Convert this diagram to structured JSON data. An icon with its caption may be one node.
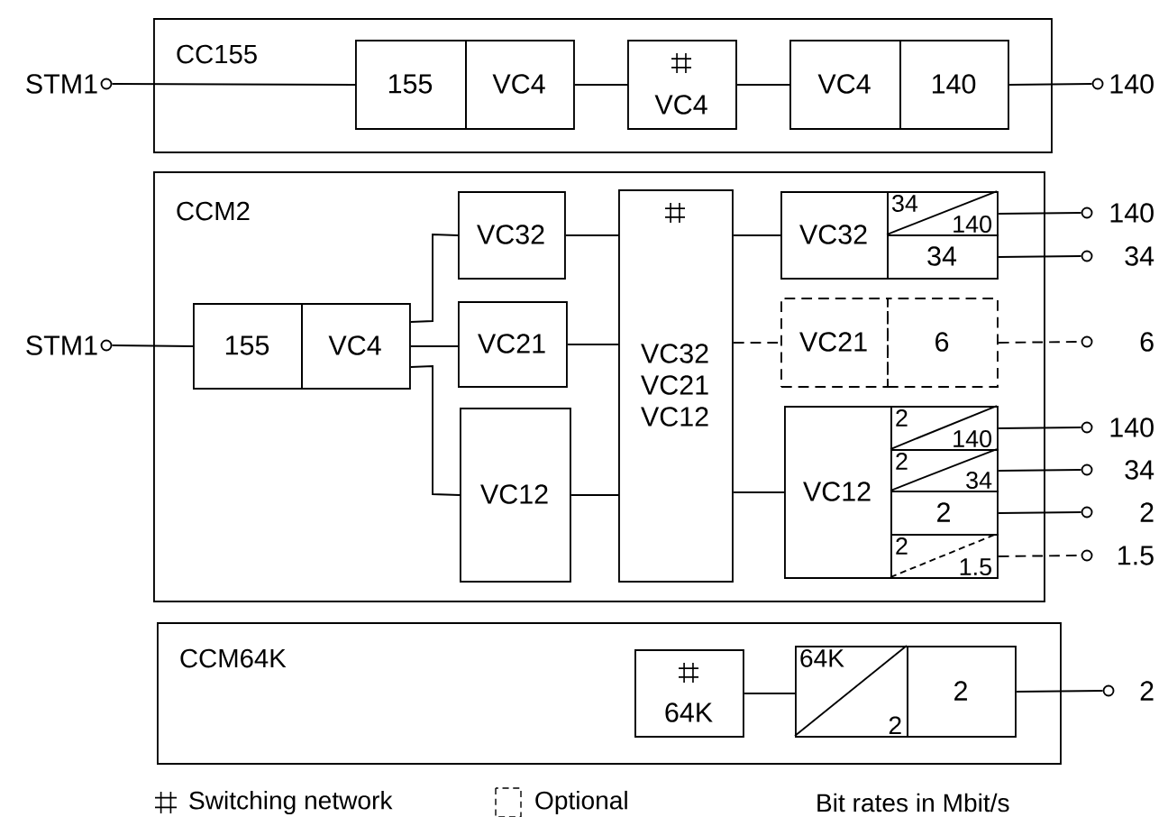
{
  "diagram": {
    "nodes": [
      {
        "text": [
          "CC155"
        ]
      },
      {
        "text": [],
        "shape": "circle",
        "beside": [
          "STM1"
        ]
      },
      {
        "text": [
          "155"
        ],
        "in": 0
      },
      {
        "text": [
          "VC4"
        ],
        "in": 0
      },
      {
        "text": [
          "VC4"
        ],
        "in": 0
      },
      {
        "text": [
          "VC4"
        ],
        "in": 0
      },
      {
        "text": [
          "140"
        ],
        "in": 0
      },
      {
        "text": [],
        "shape": "circle",
        "beside": [
          "140"
        ]
      },
      {
        "text": [
          "CCM2"
        ]
      },
      {
        "text": [],
        "shape": "circle",
        "beside": [
          "STM1"
        ]
      },
      {
        "text": [
          "155"
        ],
        "in": 8
      },
      {
        "text": [
          "VC4"
        ],
        "in": 8
      },
      {
        "text": [
          "VC32"
        ],
        "in": 8
      },
      {
        "text": [
          "VC21"
        ],
        "in": 8
      },
      {
        "text": [
          "VC12"
        ],
        "in": 8
      },
      {
        "text": [
          "VC32 VC21 VC12"
        ],
        "in": 8
      },
      {
        "text": [
          "VC32"
        ],
        "in": 8
      },
      {
        "text": [
          "34",
          "140"
        ],
        "in": 8
      },
      {
        "text": [
          "34"
        ],
        "in": 8
      },
      {
        "text": [
          "VC21"
        ],
        "in": 8
      },
      {
        "text": [
          "6"
        ],
        "in": 8
      },
      {
        "text": [
          "VC12"
        ],
        "in": 8
      },
      {
        "text": [
          "2",
          "140"
        ],
        "in": 8
      },
      {
        "text": [
          "2",
          "34"
        ],
        "in": 8
      },
      {
        "text": [
          "2"
        ],
        "in": 8
      },
      {
        "text": [
          "2",
          "1.5"
        ],
        "in": 8
      },
      {
        "text": [],
        "shape": "circle",
        "beside": [
          "140"
        ]
      },
      {
        "text": [],
        "shape": "circle",
        "beside": [
          "34"
        ]
      },
      {
        "text": [],
        "shape": "circle",
        "beside": [
          "6"
        ]
      },
      {
        "text": [],
        "shape": "circle",
        "beside": [
          "140"
        ]
      },
      {
        "text": [],
        "shape": "circle",
        "beside": [
          "34"
        ]
      },
      {
        "text": [],
        "shape": "circle",
        "beside": [
          "2"
        ]
      },
      {
        "text": [],
        "shape": "circle",
        "beside": [
          "1.5"
        ]
      },
      {
        "text": [
          "CCM64K"
        ]
      },
      {
        "text": [
          "64K"
        ],
        "in": 33
      },
      {
        "text": [
          "64K",
          "2"
        ],
        "in": 33
      },
      {
        "text": [
          "2"
        ],
        "in": 33
      },
      {
        "text": [],
        "shape": "circle",
        "beside": [
          "2"
        ]
      }
    ],
    "edges": [
      {
        "from": 1,
        "to": 2,
        "arrow": "none"
      },
      {
        "from": 3,
        "to": 4,
        "arrow": "none"
      },
      {
        "from": 4,
        "to": 5,
        "arrow": "none"
      },
      {
        "from": 6,
        "to": 7,
        "arrow": "none"
      },
      {
        "from": 9,
        "to": 10,
        "arrow": "none"
      },
      {
        "from": 11,
        "to": 12,
        "arrow": "none"
      },
      {
        "from": 11,
        "to": 13,
        "arrow": "none"
      },
      {
        "from": 11,
        "to": 14,
        "arrow": "none"
      },
      {
        "from": 12,
        "to": 15,
        "arrow": "none"
      },
      {
        "from": 13,
        "to": 15,
        "arrow": "none"
      },
      {
        "from": 14,
        "to": 15,
        "arrow": "none"
      },
      {
        "from": 15,
        "to": 16,
        "arrow": "none"
      },
      {
        "from": 15,
        "to": 19,
        "arrow": "none",
        "style": "dashed"
      },
      {
        "from": 15,
        "to": 21,
        "arrow": "none"
      },
      {
        "from": 17,
        "to": 26,
        "arrow": "none"
      },
      {
        "from": 18,
        "to": 27,
        "arrow": "none"
      },
      {
        "from": 20,
        "to": 28,
        "arrow": "none",
        "style": "dashed"
      },
      {
        "from": 22,
        "to": 29,
        "arrow": "none"
      },
      {
        "from": 23,
        "to": 30,
        "arrow": "none"
      },
      {
        "from": 24,
        "to": 31,
        "arrow": "none"
      },
      {
        "from": 25,
        "to": 32,
        "arrow": "none",
        "style": "dashed"
      },
      {
        "from": 34,
        "to": 35,
        "arrow": "none"
      },
      {
        "from": 36,
        "to": 37,
        "arrow": "none"
      }
    ],
    "labels": [
      "Bit rates in Mbit/s"
    ],
    "legend": [
      {
        "text": "Switching network"
      },
      {
        "text": "Optional"
      }
    ]
  }
}
